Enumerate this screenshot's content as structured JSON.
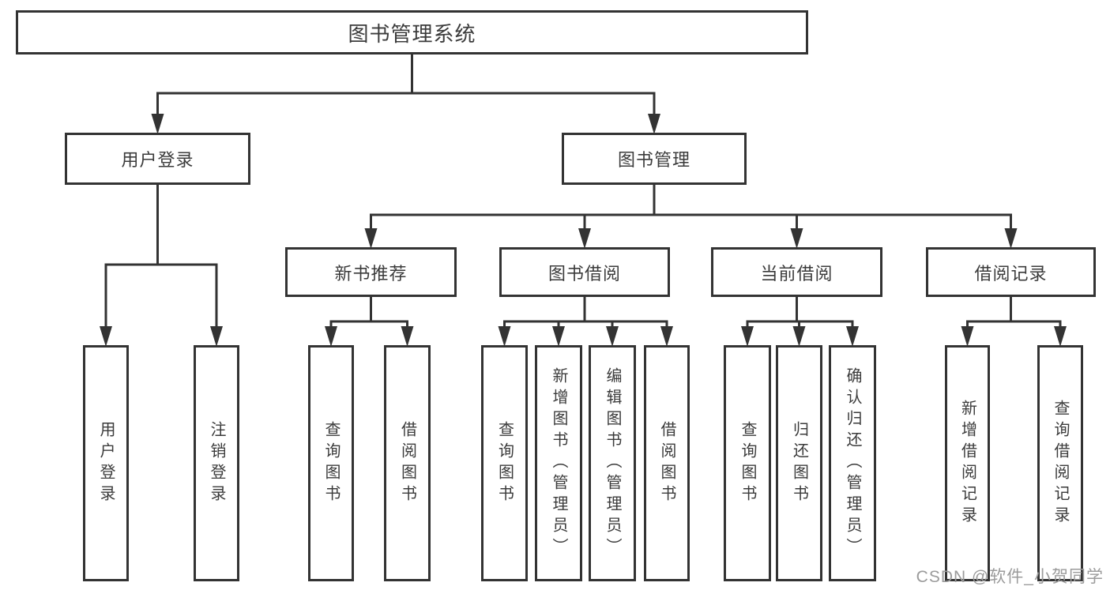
{
  "diagram": {
    "title": "图书管理系统",
    "watermark": "CSDN @软件_小贺同学",
    "colors": {
      "line": "#333333",
      "box_border": "#333333",
      "box_background": "#ffffff",
      "text": "#3b3b3b",
      "watermark_text": "#9b9b9b",
      "background": "#ffffff"
    },
    "nodes": [
      {
        "id": "library-system",
        "label": "图书管理系统"
      },
      {
        "id": "user-login",
        "label": "用户登录"
      },
      {
        "id": "book-management",
        "label": "图书管理"
      },
      {
        "id": "new-book-recommend",
        "label": "新书推荐"
      },
      {
        "id": "book-borrowing",
        "label": "图书借阅"
      },
      {
        "id": "current-borrowing",
        "label": "当前借阅"
      },
      {
        "id": "borrowing-records",
        "label": "借阅记录"
      },
      {
        "id": "user-login-action",
        "label": "用户登录"
      },
      {
        "id": "logout-action",
        "label": "注销登录"
      },
      {
        "id": "nbr-query-books",
        "label": "查询图书"
      },
      {
        "id": "nbr-borrow-books",
        "label": "借阅图书"
      },
      {
        "id": "bb-query-books",
        "label": "查询图书"
      },
      {
        "id": "bb-add-books",
        "label": "新增图书（管理员）"
      },
      {
        "id": "bb-edit-books",
        "label": "编辑图书（管理员）"
      },
      {
        "id": "bb-borrow-books",
        "label": "借阅图书"
      },
      {
        "id": "cb-query-books",
        "label": "查询图书"
      },
      {
        "id": "cb-return-books",
        "label": "归还图书"
      },
      {
        "id": "cb-confirm-return",
        "label": "确认归还（管理员）"
      },
      {
        "id": "br-add-record",
        "label": "新增借阅记录"
      },
      {
        "id": "br-query-record",
        "label": "查询借阅记录"
      }
    ],
    "edges": [
      {
        "parent": "library-system",
        "children": [
          "user-login",
          "book-management"
        ]
      },
      {
        "parent": "user-login",
        "children": [
          "user-login-action",
          "logout-action"
        ]
      },
      {
        "parent": "book-management",
        "children": [
          "new-book-recommend",
          "book-borrowing",
          "current-borrowing",
          "borrowing-records"
        ]
      },
      {
        "parent": "new-book-recommend",
        "children": [
          "nbr-query-books",
          "nbr-borrow-books"
        ]
      },
      {
        "parent": "book-borrowing",
        "children": [
          "bb-query-books",
          "bb-add-books",
          "bb-edit-books",
          "bb-borrow-books"
        ]
      },
      {
        "parent": "current-borrowing",
        "children": [
          "cb-query-books",
          "cb-return-books",
          "cb-confirm-return"
        ]
      },
      {
        "parent": "borrowing-records",
        "children": [
          "br-add-record",
          "br-query-record"
        ]
      }
    ]
  }
}
